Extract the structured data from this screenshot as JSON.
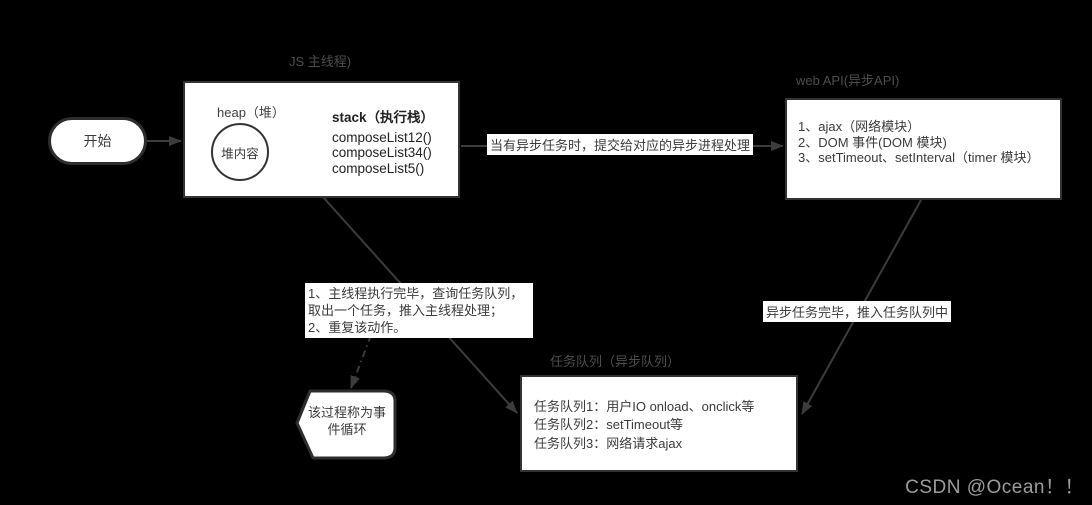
{
  "watermark": "CSDN @Ocean！！",
  "colors": {
    "background": "#000000",
    "connector_line": "#3c3c3c",
    "node_border": "#2d2d2d",
    "node_fill": "#ffffff",
    "node_text": "#3b3b3b",
    "title_text": "#4d4d4d",
    "watermark_text": "#9c9c9c"
  },
  "nodes": {
    "start": {
      "label": "开始"
    },
    "main_thread": {
      "title": "JS 主线程)",
      "heap_label": "heap（堆）",
      "heap_content": "堆内容",
      "stack_label": "stack（执行栈）",
      "stack_items": [
        "composeList12()",
        "composeList34()",
        "composeList5()"
      ]
    },
    "web_api": {
      "title": "web API(异步API)",
      "items": [
        "1、ajax（网络模块）",
        "2、DOM 事件(DOM 模块)",
        "3、setTimeout、setInterval（timer 模块）"
      ]
    },
    "task_queue": {
      "title": "任务队列（异步队列）",
      "items": [
        "任务队列1：用户IO onload、onclick等",
        "任务队列2：setTimeout等",
        "任务队列3：网络请求ajax"
      ]
    },
    "event_loop_callout": {
      "label": "该过程称为事件循环"
    }
  },
  "edges": {
    "main_to_webapi_label": "当有异步任务时，提交给对应的异步进程处理",
    "webapi_to_queue_label": "异步任务完毕，推入任务队列中",
    "queue_loop_label": "1、主线程执行完毕，查询任务队列，\n取出一个任务，推入主线程处理；\n2、重复该动作。"
  }
}
